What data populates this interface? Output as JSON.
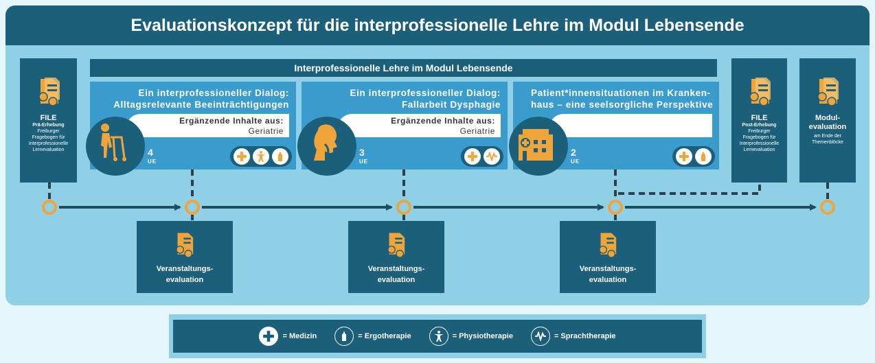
{
  "title": "Evaluationskonzept für die interprofessionelle Lehre im Modul Lebensende",
  "module_bar": "Interprofessionelle Lehre im Modul Lebensende",
  "cards": [
    {
      "title": "Ein interprofessioneller Dialog:\nAlltagsrelevante Beeinträchtigungen",
      "extra_label": "Ergänzende Inhalte aus:",
      "extra_value": "Geriatrie",
      "ue_number": "4",
      "ue_label": "UE",
      "disciplines": [
        "Medizin",
        "Physiotherapie",
        "Ergotherapie"
      ]
    },
    {
      "title": "Ein interprofessioneller Dialog:\nFallarbeit Dysphagie",
      "extra_label": "Ergänzende Inhalte aus:",
      "extra_value": "Geriatrie",
      "ue_number": "3",
      "ue_label": "UE",
      "disciplines": [
        "Medizin",
        "Sprachtherapie"
      ]
    },
    {
      "title": "Patient*innensituationen im Kranken-\nhaus – eine seelsorgliche Perspektive",
      "extra_label": "",
      "extra_value": "",
      "ue_number": "2",
      "ue_label": "UE",
      "disciplines": [
        "Medizin",
        "Ergotherapie"
      ]
    }
  ],
  "pre": {
    "title": "FILE",
    "sub": "Prä-Erhebung",
    "desc": "Freiburger Fragebogen für Interprofessionelle Lernevaluation"
  },
  "post": {
    "title": "FILE",
    "sub": "Post-Erhebung",
    "desc": "Freiburger Fragebogen für Interprofessionelle Lernevaluation"
  },
  "module_eval": {
    "title": "Modul-\nevaluation",
    "desc": "am Ende der Themenblöcke"
  },
  "event_eval_label": "Veranstaltungs-\nevaluation",
  "legend": [
    {
      "icon": "medicine-cross-icon",
      "label": "= Medizin"
    },
    {
      "icon": "ergotherapy-icon",
      "label": "= Ergotherapie"
    },
    {
      "icon": "physiotherapy-icon",
      "label": "= Physiotherapie"
    },
    {
      "icon": "speech-therapy-icon",
      "label": "= Sprachtherapie"
    }
  ],
  "colors": {
    "dark": "#1b5f7a",
    "mid": "#3a9ccd",
    "light": "#8fd0e7",
    "accent": "#f0a53a"
  }
}
